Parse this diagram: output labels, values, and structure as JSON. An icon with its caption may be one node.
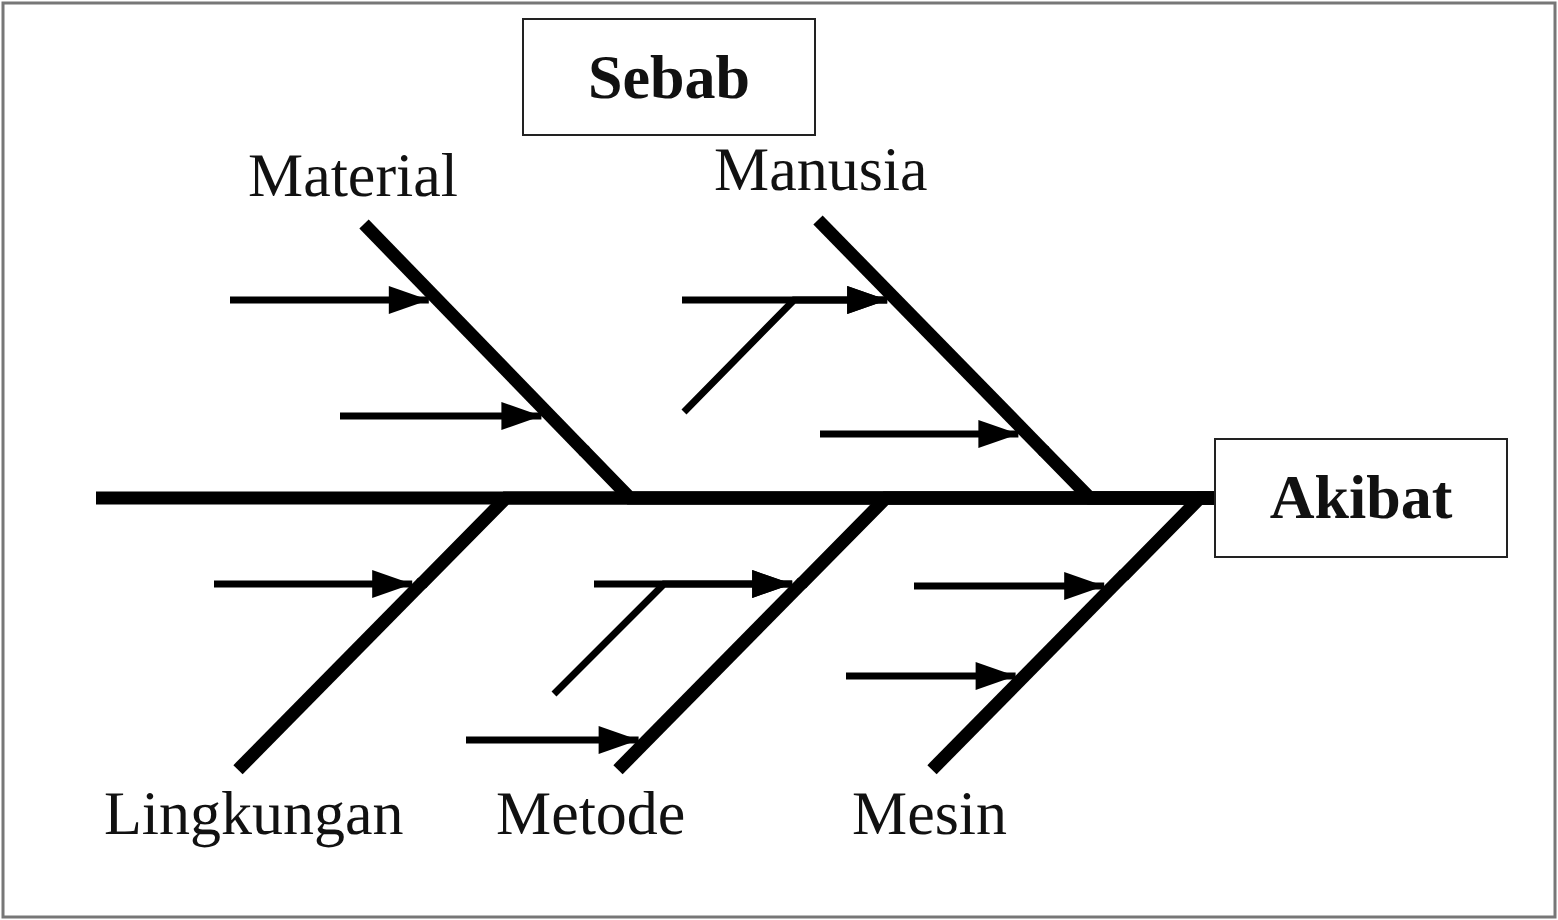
{
  "diagram": {
    "nodes": [
      {
        "text": [
          "Sebab"
        ]
      },
      {
        "text": [],
        "shape": "bar",
        "beside": [
          "Material"
        ]
      },
      {
        "text": [],
        "shape": "bar",
        "beside": [
          "Manusia"
        ]
      },
      {
        "text": [
          "Akibat"
        ]
      },
      {
        "text": [],
        "shape": "bar",
        "beside": [
          "Lingkungan"
        ]
      },
      {
        "text": [],
        "shape": "bar",
        "beside": [
          "Metode"
        ]
      },
      {
        "text": [],
        "shape": "bar",
        "beside": [
          "Mesin"
        ]
      }
    ],
    "edges": [
      {
        "from": null,
        "to": 3,
        "arrow": "none",
        "style": "thick"
      },
      {
        "from": 1,
        "to": 3,
        "arrow": "none",
        "style": "thick"
      },
      {
        "from": 2,
        "to": 3,
        "arrow": "none",
        "style": "thick"
      },
      {
        "from": 4,
        "to": 3,
        "arrow": "none",
        "style": "thick"
      },
      {
        "from": 5,
        "to": 3,
        "arrow": "none",
        "style": "thick"
      },
      {
        "from": 6,
        "to": 3,
        "arrow": "none",
        "style": "thick"
      },
      {
        "from": null,
        "to": 1,
        "arrow": "to"
      },
      {
        "from": null,
        "to": 1,
        "arrow": "to"
      },
      {
        "from": null,
        "to": 2,
        "arrow": "to"
      },
      {
        "from": null,
        "to": 2,
        "arrow": "to"
      },
      {
        "from": null,
        "to": 2,
        "arrow": "to"
      },
      {
        "from": null,
        "to": 4,
        "arrow": "to"
      },
      {
        "from": null,
        "to": 5,
        "arrow": "to"
      },
      {
        "from": null,
        "to": 5,
        "arrow": "to"
      },
      {
        "from": null,
        "to": 5,
        "arrow": "to"
      },
      {
        "from": null,
        "to": 6,
        "arrow": "to"
      },
      {
        "from": null,
        "to": 6,
        "arrow": "to"
      }
    ]
  }
}
